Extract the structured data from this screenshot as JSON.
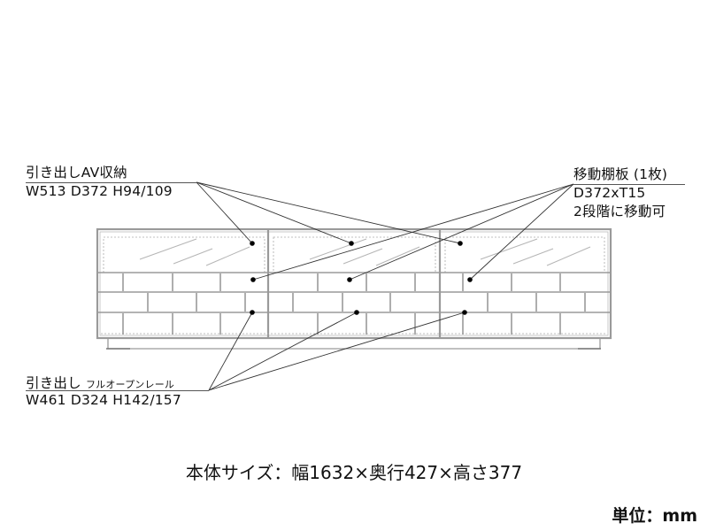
{
  "callouts": {
    "drawer_av": {
      "title": "引き出しAV収納",
      "dims": "W513 D372 H94/109"
    },
    "shelf": {
      "title": "移動棚板 (1枚)",
      "dims": "D372xT15",
      "note": "2段階に移動可"
    },
    "drawer": {
      "title": "引き出し",
      "subtitle": "フルオープンレール",
      "dims": "W461 D324 H142/157"
    }
  },
  "body_size": "本体サイズ：幅1632×奥行427×高さ377",
  "unit": "単位：mm",
  "colors": {
    "outline": "#9a9a9a",
    "leader": "#333333",
    "dot": "#000000",
    "background": "#ffffff"
  },
  "diagram": {
    "sections": 3,
    "drawer_rows": 3,
    "top_compartment": "glass-front AV storage",
    "bottom": "brick-pattern drawer fronts"
  }
}
